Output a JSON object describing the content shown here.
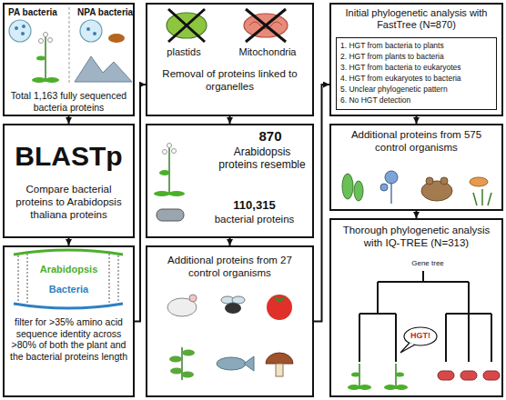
{
  "diagram": {
    "nodes": [
      {
        "text": [
          "PA bacteria",
          "NPA bacteria",
          "Total 1,163 fully sequenced bacteria proteins"
        ]
      },
      {
        "text": [
          "BLASTp",
          "Compare bacterial proteins to Arabidopsis thaliana proteins"
        ]
      },
      {
        "text": [
          "Arabidopsis",
          "Bacteria",
          "filter for >35% amino acid sequence identity across >80% of both the plant and the bacterial proteins length"
        ]
      },
      {
        "text": [
          "plastids",
          "Mitochondria",
          "Removal of proteins linked to organelles"
        ]
      },
      {
        "text": [
          "870",
          "Arabidopsis proteins resemble",
          "110,315",
          "bacterial proteins"
        ]
      },
      {
        "text": [
          "Additional proteins from 27 control organisms"
        ]
      },
      {
        "text": [
          "Initial phylogenetic analysis with FastTree (N=870)"
        ]
      },
      {
        "text": [
          "1. HGT from bacteria to plants",
          "2. HGT from plants to bacteria",
          "3. HGT from bacteria to eukaryotes",
          "4. HGT from eukaryotes to bacteria",
          "5. Unclear phylogenetic pattern",
          "6. No HGT detection"
        ],
        "in": 6
      },
      {
        "text": [
          "Additional proteins from 575 control organisms"
        ]
      },
      {
        "text": [
          "Thorough phylogenetic analysis with IQ-TREE (N=313)"
        ]
      }
    ],
    "edges": [
      {
        "from": 0,
        "to": 1,
        "arrow": "to"
      },
      {
        "from": 1,
        "to": 2,
        "arrow": "to"
      },
      {
        "from": 2,
        "to": 3,
        "arrow": "to"
      },
      {
        "from": 3,
        "to": 4,
        "arrow": "to"
      },
      {
        "from": 4,
        "to": 5,
        "arrow": "to"
      },
      {
        "from": 5,
        "to": 6,
        "arrow": "to"
      },
      {
        "from": 6,
        "to": 8,
        "arrow": "to"
      },
      {
        "from": 8,
        "to": 9,
        "arrow": "to"
      }
    ],
    "labels": [
      "Gene tree",
      "HGT!"
    ]
  }
}
